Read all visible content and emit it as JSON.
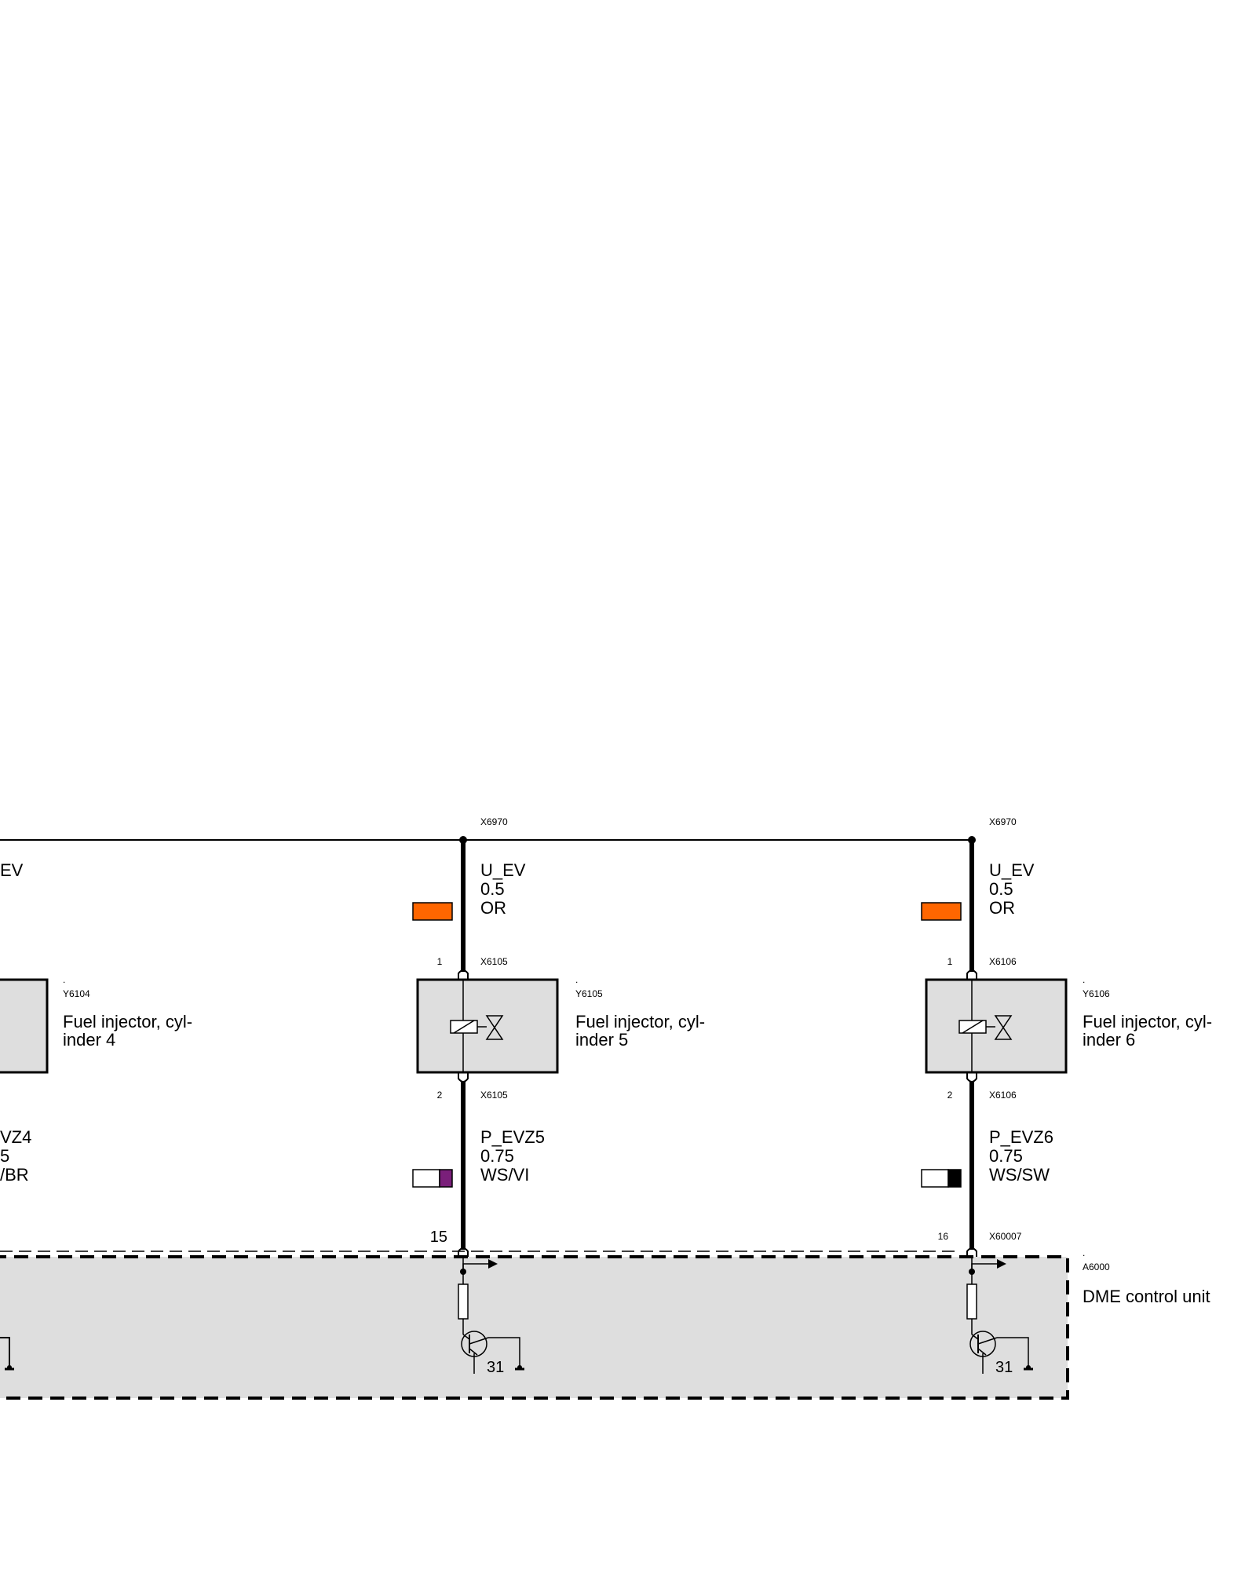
{
  "colors": {
    "wire": "#000000",
    "component_fill": "#dedede",
    "control_unit_fill": "#dedede",
    "OR": "#ff6600",
    "VI": "#7a1f7a",
    "SW": "#000000",
    "WS": "#ffffff",
    "BR": "#8b4513"
  },
  "left_partial": {
    "bus_connector": "",
    "voltage_wire_name": "EV",
    "component_dot": ".",
    "component_id": "Y6104",
    "component_name_line1": "Fuel injector, cyl-",
    "component_name_line2": "inder 4",
    "signal_wire_name": "VZ4",
    "signal_wire_size": "5",
    "signal_wire_color": "/BR"
  },
  "injectors": [
    {
      "bus_connector": "X6970",
      "voltage_wire": {
        "name": "U_EV",
        "size": "0.5",
        "color_code": "OR",
        "swatch": [
          "OR"
        ]
      },
      "top_pin": "1",
      "top_connector": "X6105",
      "component_dot": ".",
      "component_id": "Y6105",
      "component_name_line1": "Fuel injector, cyl-",
      "component_name_line2": "inder 5",
      "bottom_pin": "2",
      "bottom_connector": "X6105",
      "signal_wire": {
        "name": "P_EVZ5",
        "size": "0.75",
        "color_code": "WS/VI",
        "swatch": [
          "WS",
          "VI"
        ]
      },
      "ecu_pin": "15",
      "ecu_connector": "",
      "ground": "31"
    },
    {
      "bus_connector": "X6970",
      "voltage_wire": {
        "name": "U_EV",
        "size": "0.5",
        "color_code": "OR",
        "swatch": [
          "OR"
        ]
      },
      "top_pin": "1",
      "top_connector": "X6106",
      "component_dot": ".",
      "component_id": "Y6106",
      "component_name_line1": "Fuel injector, cyl-",
      "component_name_line2": "inder 6",
      "bottom_pin": "2",
      "bottom_connector": "X6106",
      "signal_wire": {
        "name": "P_EVZ6",
        "size": "0.75",
        "color_code": "WS/SW",
        "swatch": [
          "WS",
          "SW"
        ]
      },
      "ecu_pin": "16",
      "ecu_connector": "X60007",
      "ground": "31"
    }
  ],
  "control_unit": {
    "dot": ".",
    "id": "A6000",
    "name": "DME control unit"
  }
}
